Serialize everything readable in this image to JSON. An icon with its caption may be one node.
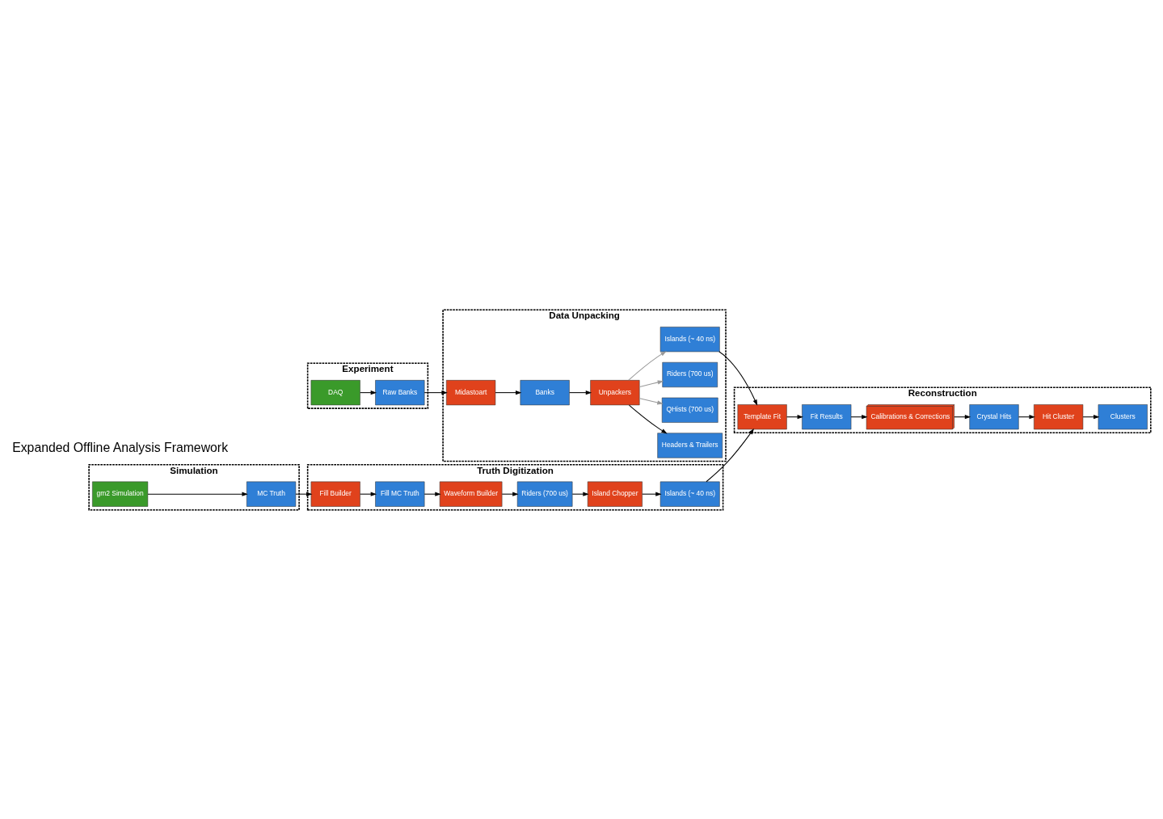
{
  "diagram": {
    "nodes": [
      {
        "text": [
          "Experiment"
        ]
      },
      {
        "text": [
          "DAQ"
        ],
        "in": 0
      },
      {
        "text": [
          "Raw Banks"
        ],
        "in": 0
      },
      {
        "text": [
          "Simulation"
        ]
      },
      {
        "text": [
          "MC Truth"
        ],
        "in": 3
      },
      {
        "text": [
          "gm2 Simulation"
        ],
        "in": 3
      },
      {
        "text": [
          "Data Unpacking"
        ]
      },
      {
        "text": [
          "Unpackers"
        ],
        "in": 6
      },
      {
        "text": [
          "Banks"
        ],
        "in": 6
      },
      {
        "text": [
          "Midastoart"
        ],
        "in": 6
      },
      {
        "text": [
          "Headers & Trailers"
        ],
        "in": 6
      },
      {
        "text": [
          "QHists (700 us)"
        ],
        "in": 6
      },
      {
        "text": [
          "Riders (700 us)"
        ],
        "in": 6
      },
      {
        "text": [
          "Islands (~ 40 ns)"
        ],
        "in": 6
      },
      {
        "text": [
          "Truth Digitization"
        ]
      },
      {
        "text": [
          "Fill Builder"
        ],
        "in": 14
      },
      {
        "text": [
          "Fill MC Truth"
        ],
        "in": 14
      },
      {
        "text": [
          "Waveform Builder"
        ],
        "in": 14
      },
      {
        "text": [
          "Islands (~ 40 ns)"
        ],
        "in": 14
      },
      {
        "text": [
          "Island Chopper"
        ],
        "in": 14
      },
      {
        "text": [
          "Riders (700 us)"
        ],
        "in": 14
      },
      {
        "text": [
          "Reconstruction"
        ]
      },
      {
        "text": [
          "Template Fit"
        ],
        "in": 21
      },
      {
        "text": [
          "Fit Results"
        ],
        "in": 21
      },
      {
        "text": [
          "Calibrations & Corrections"
        ],
        "in": 21
      },
      {
        "text": [
          "Clusters"
        ],
        "in": 21
      },
      {
        "text": [
          "Hit Cluster"
        ],
        "in": 21
      },
      {
        "text": [
          "Crystal Hits"
        ],
        "in": 21
      }
    ],
    "edges": [
      {
        "from": 1,
        "to": 2,
        "arrow": "to"
      },
      {
        "from": 2,
        "to": 9,
        "arrow": "to"
      },
      {
        "from": 5,
        "to": 4,
        "arrow": "to"
      },
      {
        "from": 4,
        "to": 15,
        "arrow": "to"
      },
      {
        "from": 9,
        "to": 8,
        "arrow": "to"
      },
      {
        "from": 8,
        "to": 7,
        "arrow": "to"
      },
      {
        "from": 7,
        "to": 10,
        "arrow": "to"
      },
      {
        "from": 7,
        "to": 11,
        "arrow": "to",
        "color": "#999999"
      },
      {
        "from": 7,
        "to": 12,
        "arrow": "to",
        "color": "#999999"
      },
      {
        "from": 7,
        "to": 13,
        "arrow": "to",
        "color": "#999999"
      },
      {
        "from": 15,
        "to": 16,
        "arrow": "to"
      },
      {
        "from": 16,
        "to": 17,
        "arrow": "to"
      },
      {
        "from": 17,
        "to": 20,
        "arrow": "to"
      },
      {
        "from": 20,
        "to": 19,
        "arrow": "to"
      },
      {
        "from": 19,
        "to": 18,
        "arrow": "to"
      },
      {
        "from": 13,
        "to": 22,
        "arrow": "to"
      },
      {
        "from": 18,
        "to": 22,
        "arrow": "to"
      },
      {
        "from": 22,
        "to": 23,
        "arrow": "to"
      },
      {
        "from": 23,
        "to": 24,
        "arrow": "to"
      },
      {
        "from": 24,
        "to": 27,
        "arrow": "to"
      },
      {
        "from": 27,
        "to": 26,
        "arrow": "to"
      },
      {
        "from": 26,
        "to": 25,
        "arrow": "to"
      }
    ],
    "labels": [
      "Expanded Offline Analysis Framework"
    ]
  }
}
